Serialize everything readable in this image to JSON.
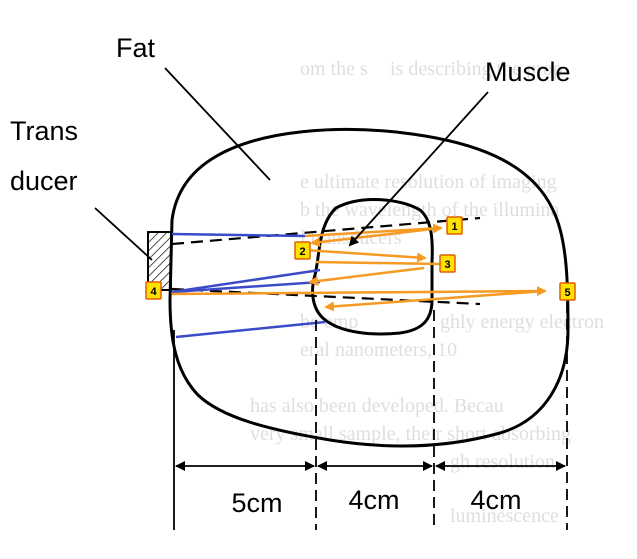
{
  "labels": {
    "fat": "Fat",
    "muscle": "Muscle",
    "transducer_line1": "Trans",
    "transducer_line2": "ducer"
  },
  "dimensions": [
    "5cm",
    "4cm",
    "4cm"
  ],
  "markers": [
    "1",
    "2",
    "3",
    "4",
    "5"
  ],
  "background_text": [
    "om the s",
    "is describing the prop",
    "e ultimate resolution of imaging",
    "b the wavelength of the illumina",
    "l transducers",
    "be emp",
    "ghly energy electron",
    "eral nanometers, 10",
    "has also been developed. Becau",
    "very small sample, their short absorbing",
    "gh resolution",
    "luminescence"
  ],
  "colors": {
    "blue_path": "#3b4bc8",
    "orange_path": "#f59a23",
    "marker_fill": "#ffe100",
    "marker_border": "#e15f00"
  }
}
